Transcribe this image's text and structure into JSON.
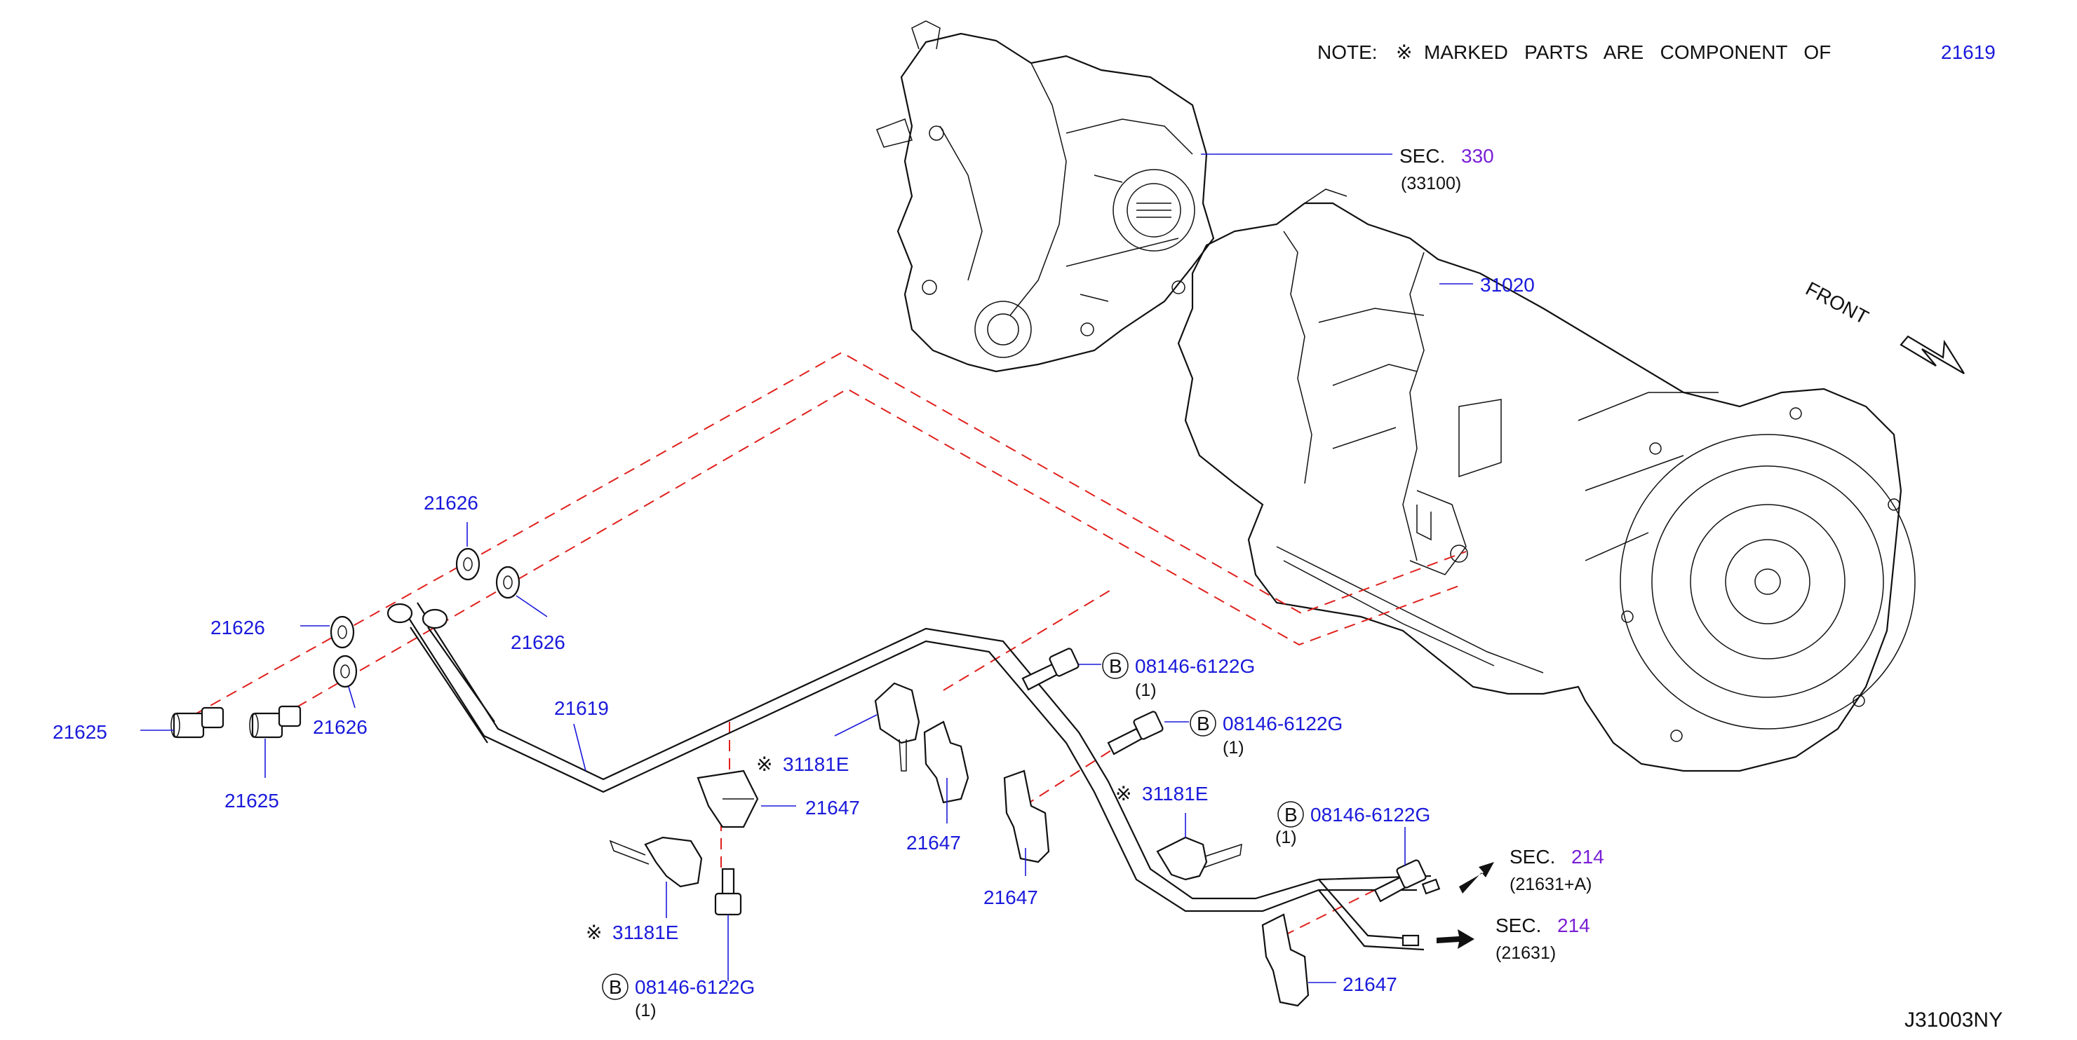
{
  "note": {
    "prefix": "NOTE:",
    "symbol": "※",
    "text": "MARKED   PARTS   ARE   COMPONENT   OF",
    "part": "21619"
  },
  "sections": {
    "sec330": {
      "label": "SEC.",
      "number": "330",
      "sub": "(33100)"
    },
    "sec214a": {
      "label": "SEC.",
      "number": "214",
      "sub": "(21631+A)"
    },
    "sec214b": {
      "label": "SEC.",
      "number": "214",
      "sub": "(21631)"
    }
  },
  "front_label": "FRONT",
  "diagram_id": "J31003NY",
  "parts": {
    "transmission": "31020",
    "tube": "21619",
    "washer": "21626",
    "eyebolt": "21625",
    "bracket": "21647",
    "clip": "31181E",
    "bolt": "08146-6122G",
    "bolt_qty": "(1)",
    "bolt_circle": "B",
    "clip_mark": "※"
  },
  "colors": {
    "part_number": "#1a1adb",
    "section_number": "#7a1fd6",
    "phantom_line": "#e0201c",
    "linework": "#111111"
  }
}
